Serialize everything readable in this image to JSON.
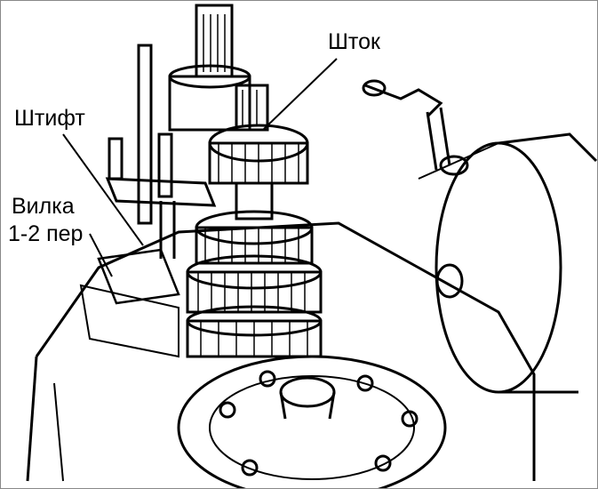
{
  "labels": {
    "rod": "Шток",
    "pin": "Штифт",
    "fork_line1": "Вилка",
    "fork_line2": "1-2 пер"
  }
}
